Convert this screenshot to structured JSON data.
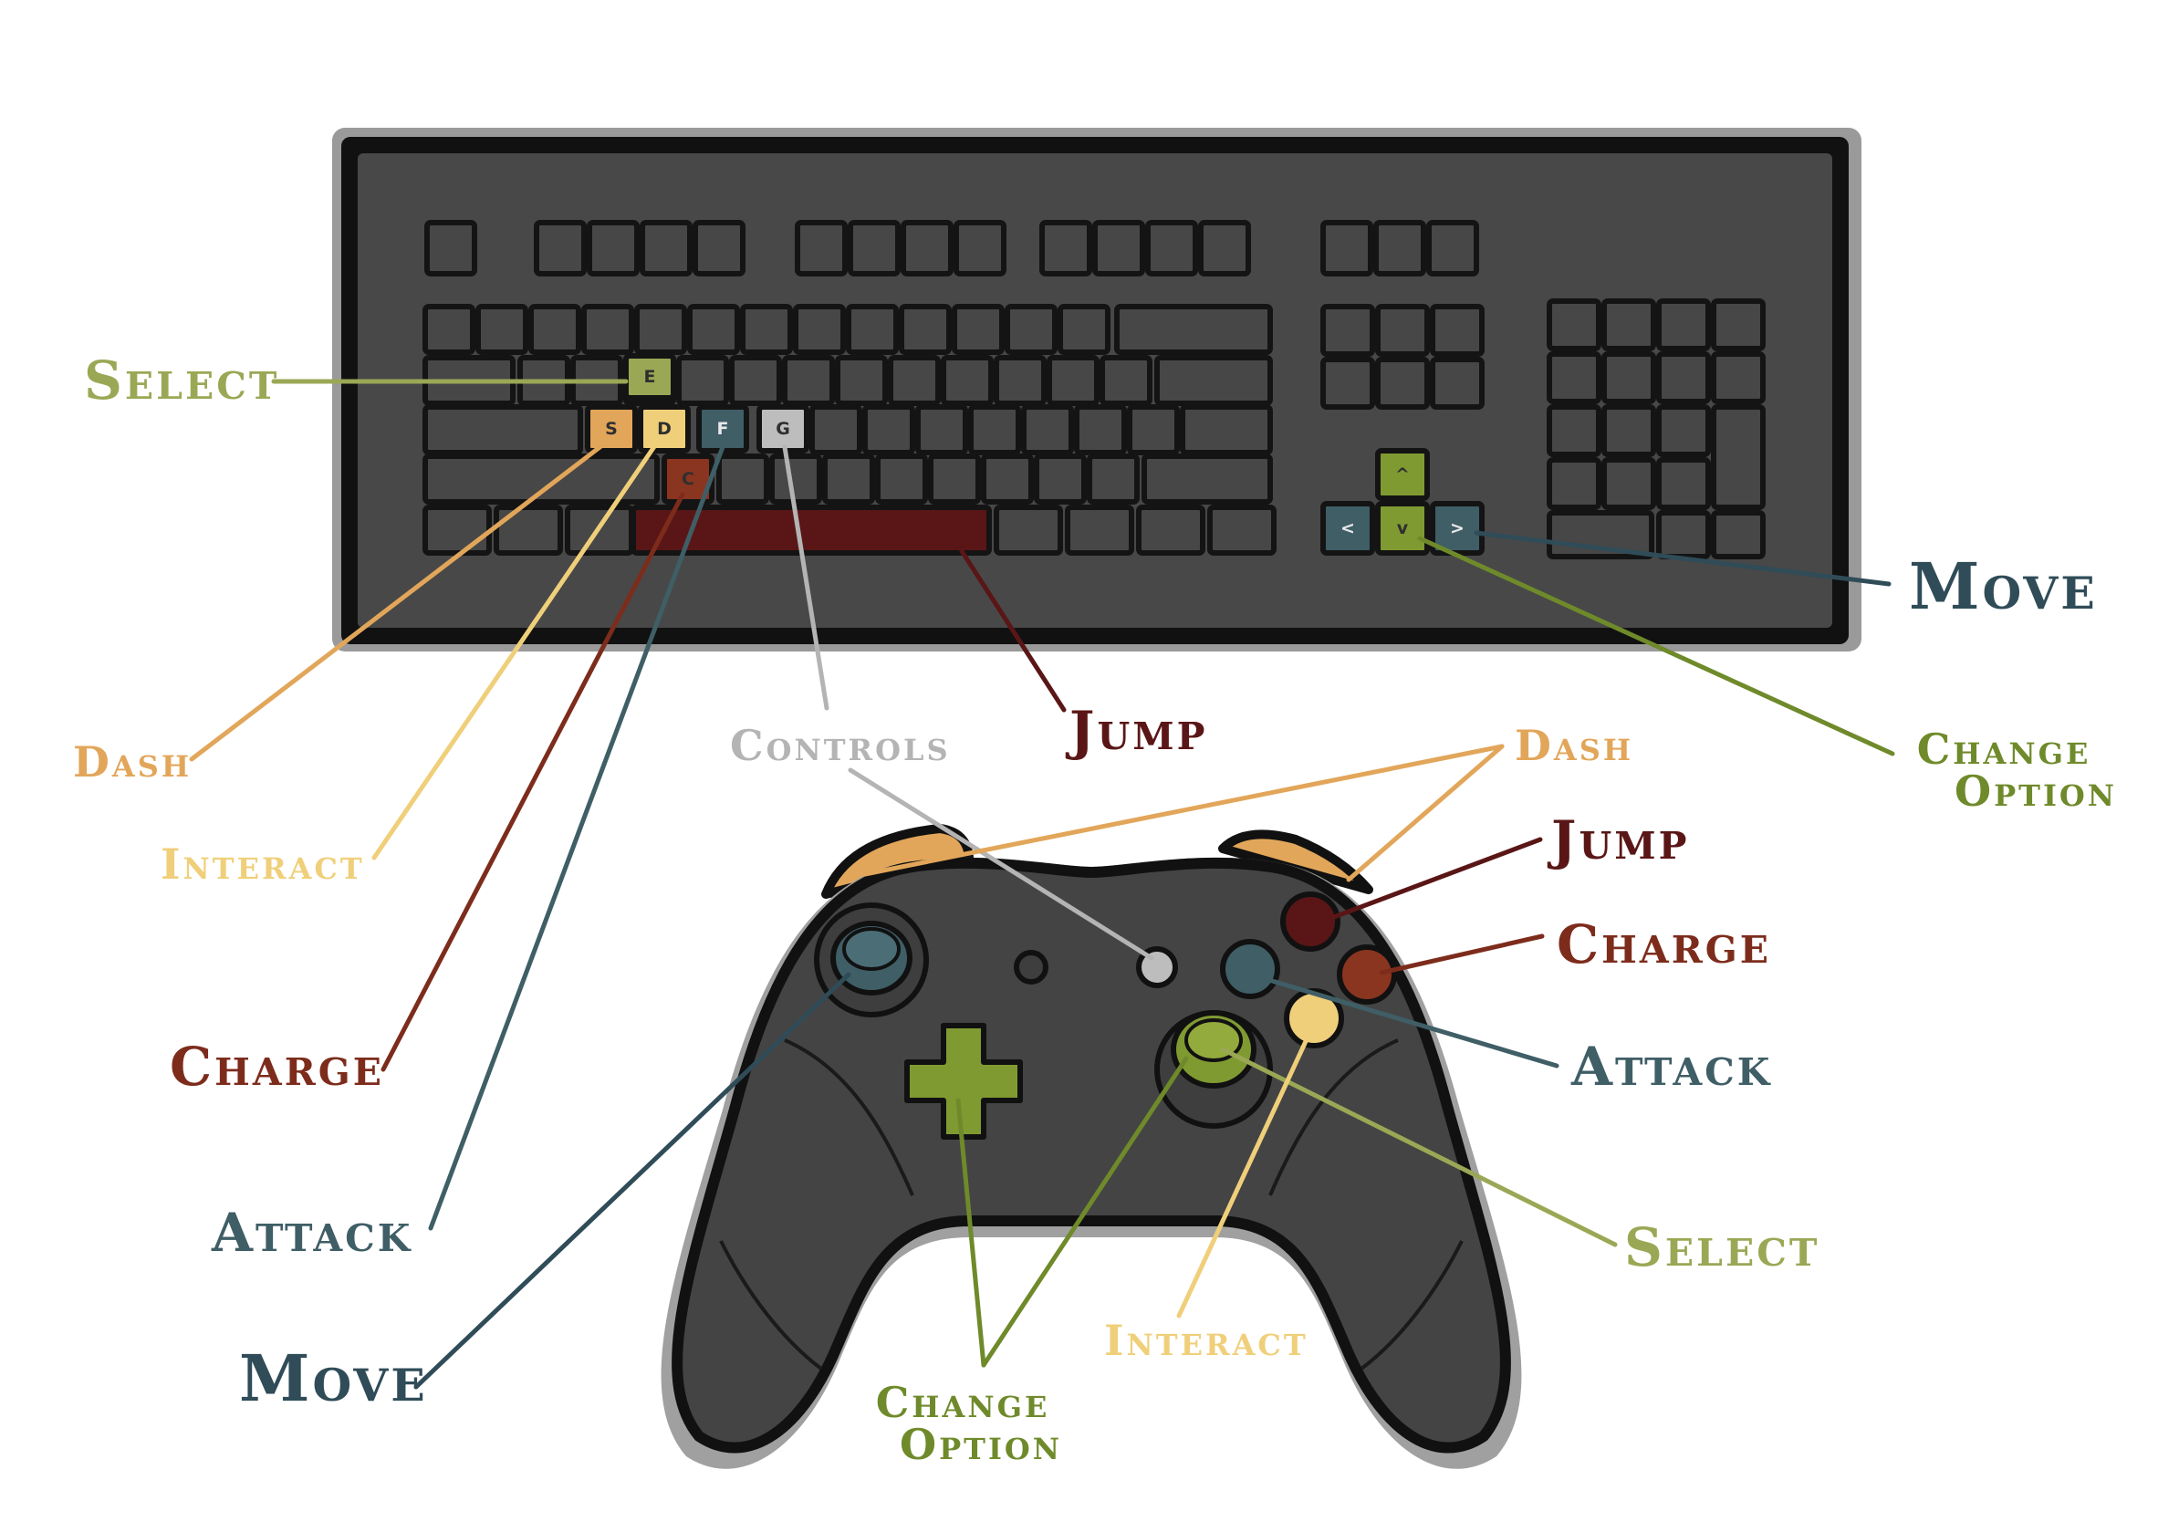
{
  "colors": {
    "select": "#9aa855",
    "dash": "#e2a65a",
    "interact": "#f0cf7a",
    "charge": "#7d2c1c",
    "attack": "#3f5e66",
    "controls": "#b4b4b4",
    "jump": "#5a1616",
    "move": "#2f4c58",
    "change_option": "#6f8a2a",
    "device_body": "#474747",
    "outline": "#111111"
  },
  "keyboard": {
    "keys": {
      "select": "E",
      "dash": "S",
      "interact": "D",
      "attack": "F",
      "controls": "G",
      "charge": "C",
      "arrow_up": "^",
      "arrow_left": "<",
      "arrow_down": "v",
      "arrow_right": ">"
    },
    "labels": {
      "select": "Select",
      "dash": "Dash",
      "interact": "Interact",
      "charge": "Charge",
      "attack": "Attack",
      "controls": "Controls",
      "jump": "Jump",
      "move": "Move",
      "change_option_line1": "Change",
      "change_option_line2": "Option"
    }
  },
  "gamepad": {
    "labels": {
      "move": "Move",
      "dash": "Dash",
      "jump": "Jump",
      "charge": "Charge",
      "attack": "Attack",
      "select": "Select",
      "interact": "Interact",
      "change_option_line1": "Change",
      "change_option_line2": "Option"
    }
  }
}
